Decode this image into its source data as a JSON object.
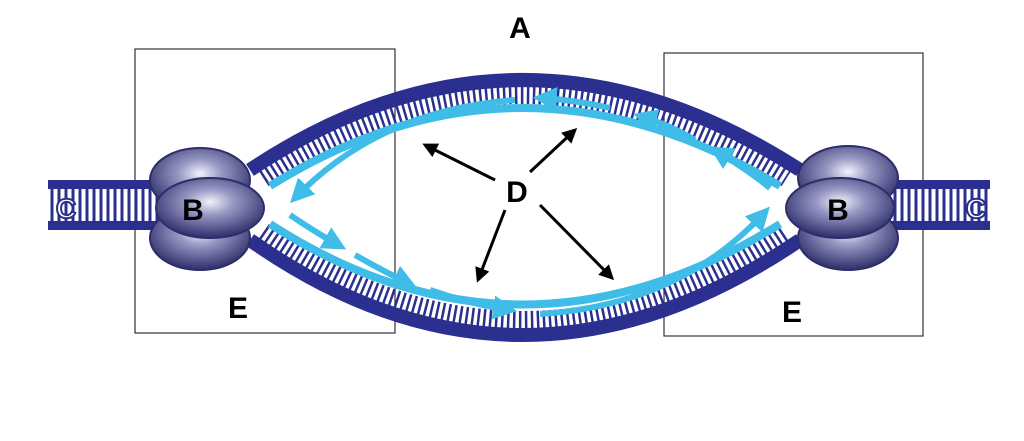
{
  "labels": {
    "a": "A",
    "b_left": "B",
    "b_right": "B",
    "c_left": "C",
    "c_right": "C",
    "d": "D",
    "e_left": "E",
    "e_right": "E"
  },
  "colors": {
    "dark_strand": "#2b2f8f",
    "light_strand": "#3fbde8",
    "helicase": "#4a4a8c",
    "arrow_black": "#000000",
    "box_outline": "#333333"
  }
}
